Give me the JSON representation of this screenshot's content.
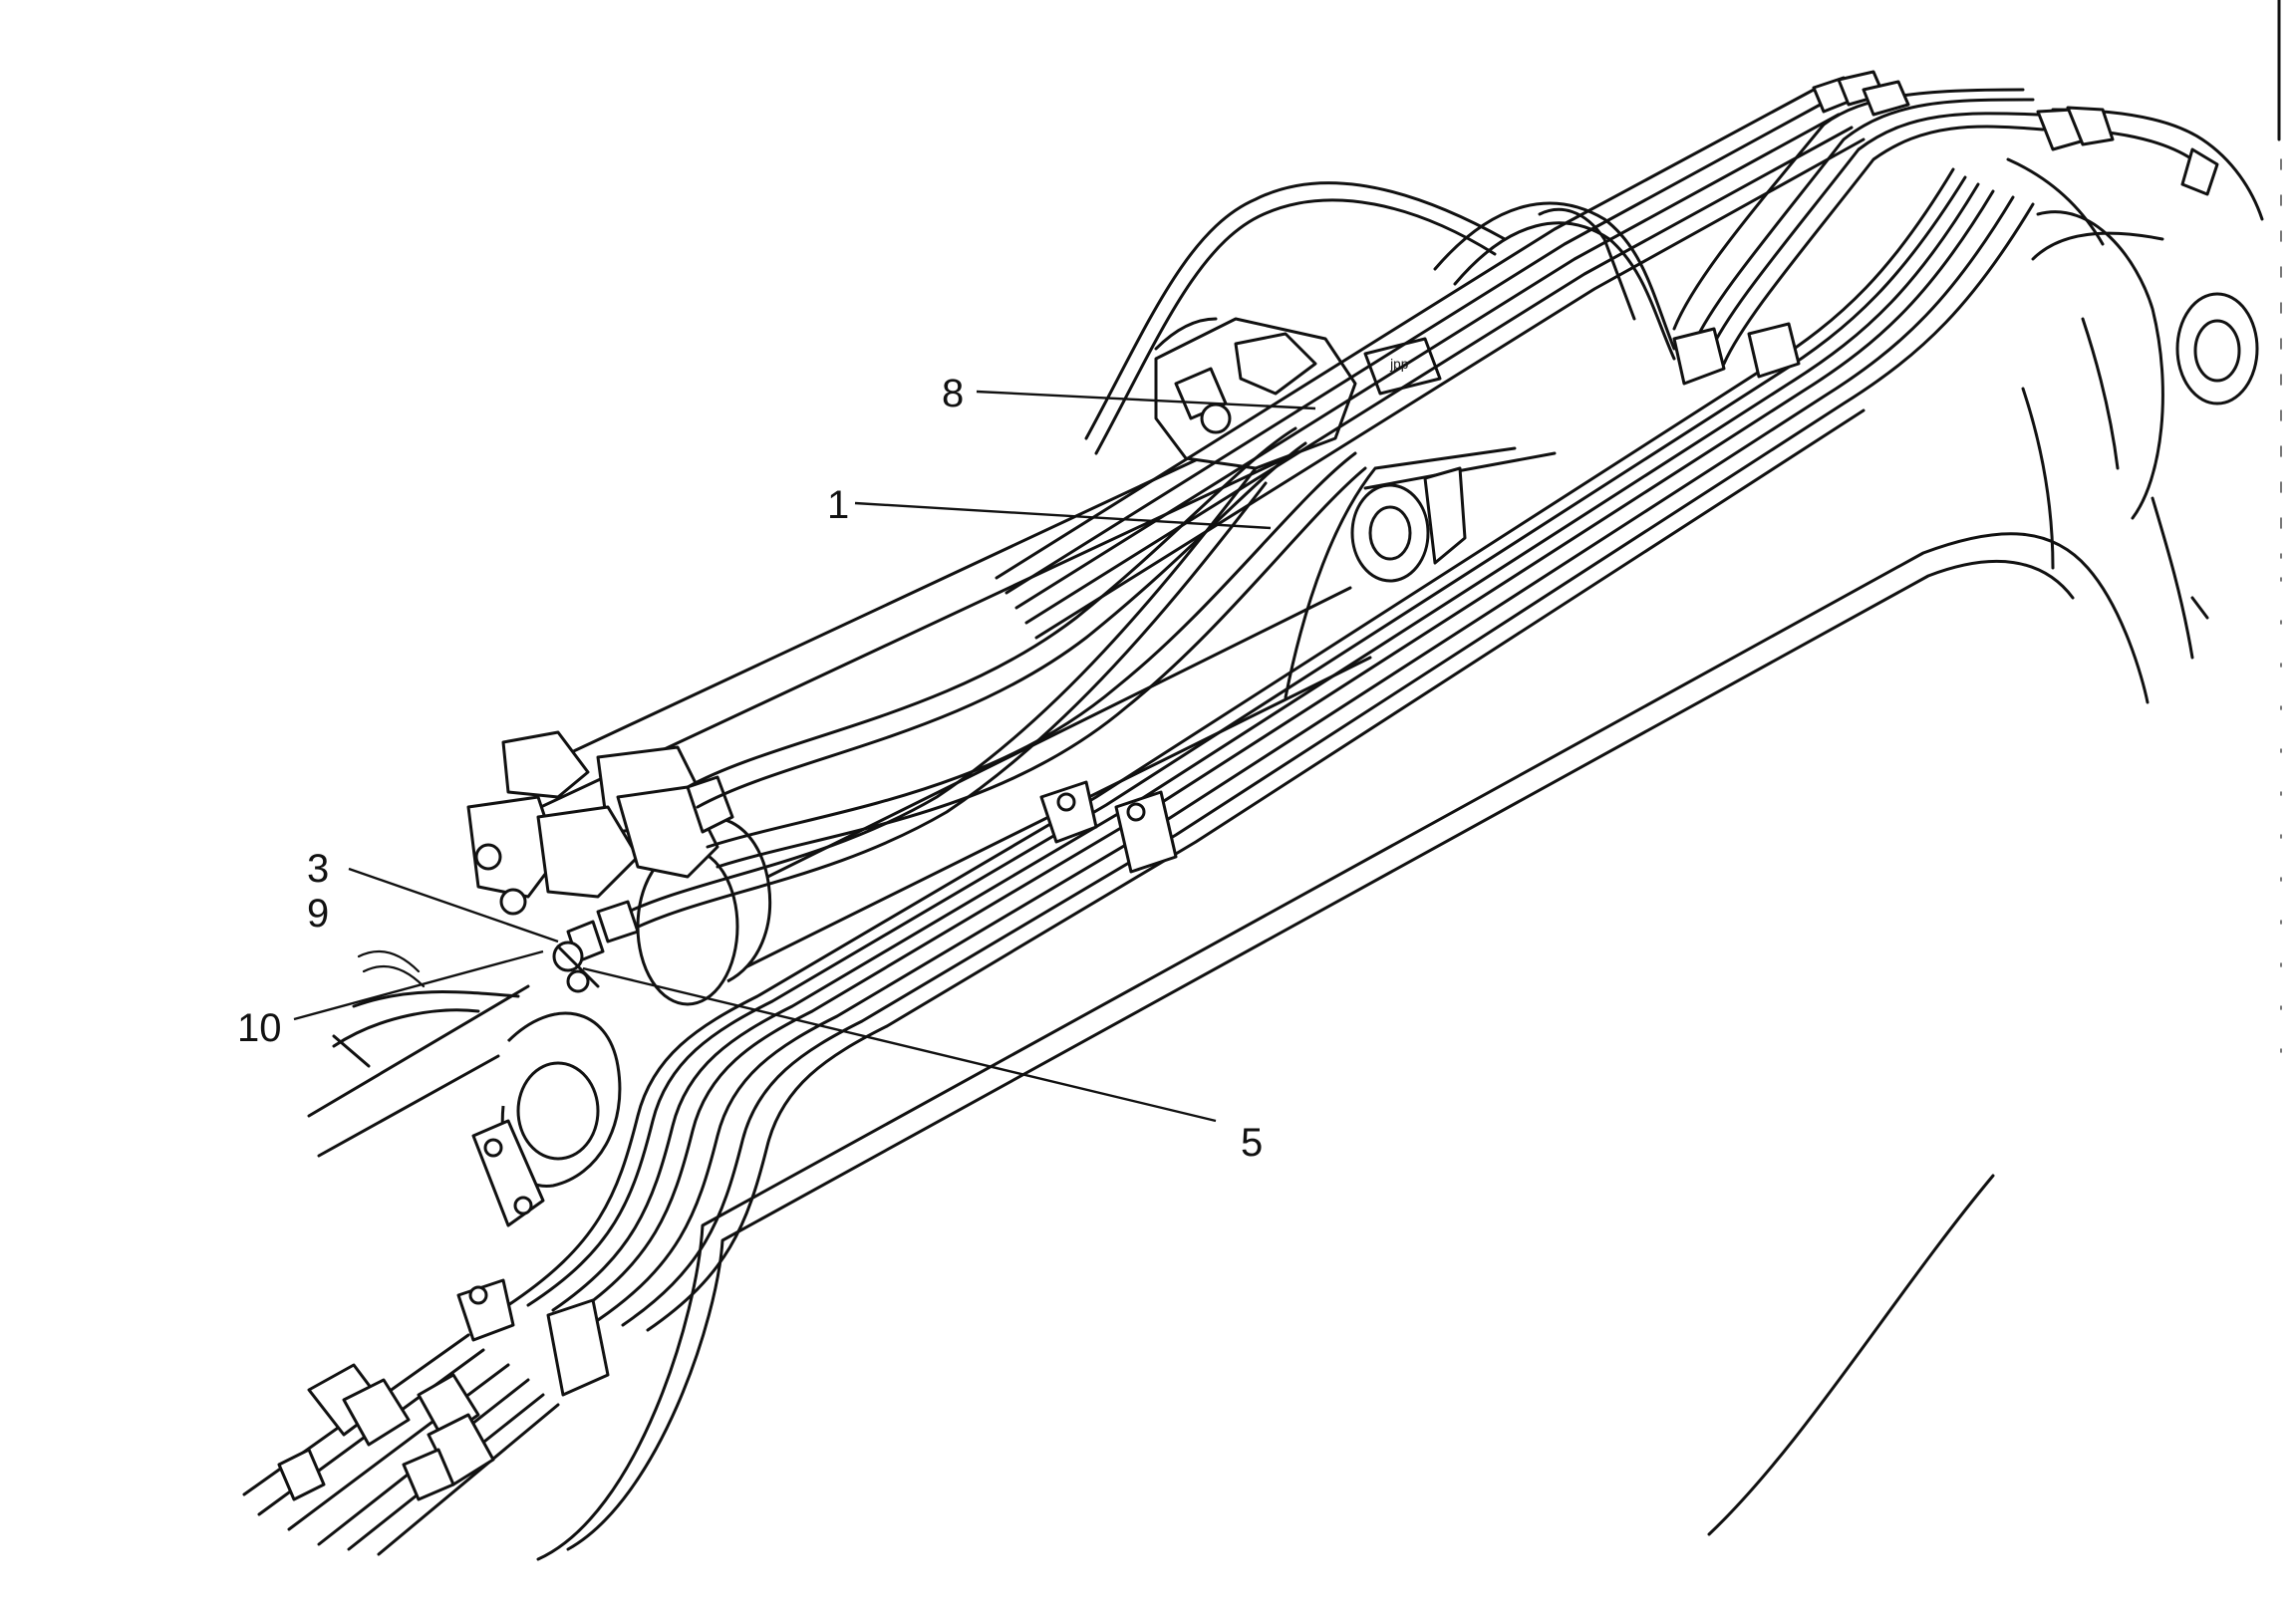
{
  "figure": {
    "callouts": {
      "c8": "8",
      "c1": "1",
      "c3": "3",
      "c9": "9",
      "c10": "10",
      "c5": "5"
    }
  }
}
